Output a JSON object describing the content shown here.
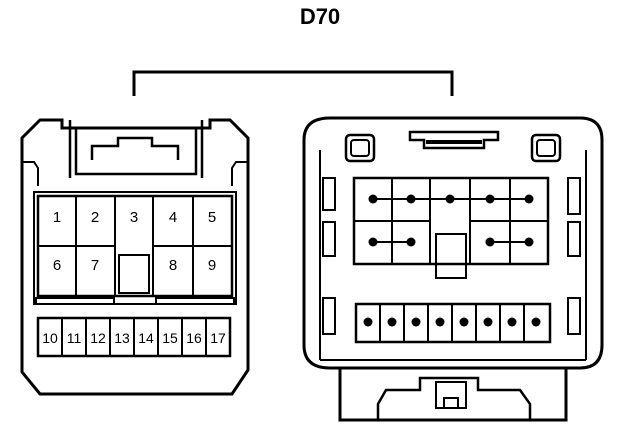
{
  "diagram": {
    "title": "D70",
    "left_connector": {
      "upper_pins": [
        "1",
        "2",
        "3",
        "4",
        "5",
        "6",
        "7",
        "8",
        "9"
      ],
      "lower_pins": [
        "10",
        "11",
        "12",
        "13",
        "14",
        "15",
        "16",
        "17"
      ]
    },
    "colors": {
      "line": "#000000",
      "background": "#ffffff"
    }
  }
}
